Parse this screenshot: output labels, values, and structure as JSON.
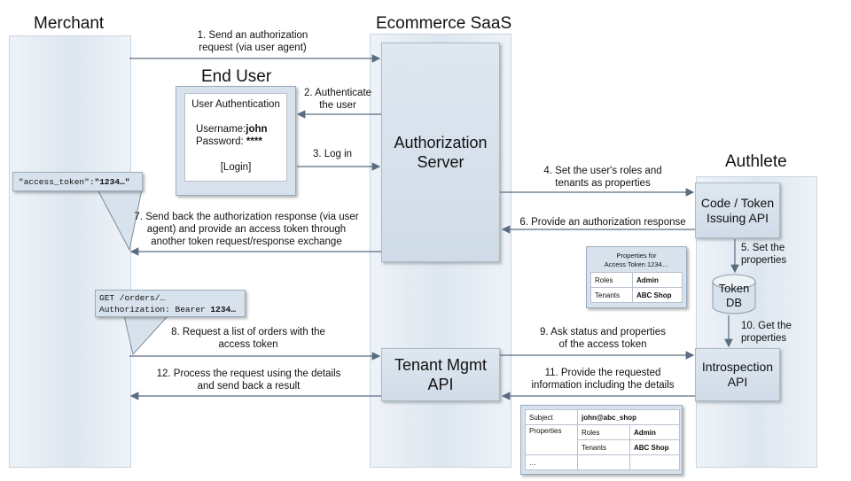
{
  "columns": {
    "merchant": "Merchant",
    "saas": "Ecommerce SaaS",
    "enduser": "End User",
    "authlete": "Authlete"
  },
  "login_card": {
    "heading": "User Authentication",
    "username_label": "Username:",
    "username_value": "john",
    "password_label": "Password:",
    "password_value": "****",
    "button": "[Login]"
  },
  "boxes": {
    "auth_server": [
      "Authorization",
      "Server"
    ],
    "tenant_api": [
      "Tenant Mgmt",
      "API"
    ],
    "code_token": [
      "Code / Token",
      "Issuing API"
    ],
    "token_db": [
      "Token",
      "DB"
    ],
    "introspection": [
      "Introspection",
      "API"
    ]
  },
  "steps": {
    "s1": [
      "1. Send an authorization",
      "request (via user agent)"
    ],
    "s2": [
      "2. Authenticate",
      "the user"
    ],
    "s3": [
      "3. Log in"
    ],
    "s4": [
      "4. Set the user's roles and",
      "tenants as properties"
    ],
    "s5": [
      "5. Set the",
      "properties"
    ],
    "s6": [
      "6. Provide an authorization response"
    ],
    "s7": [
      "7. Send back the authorization response (via user",
      "agent) and provide an access token through",
      "another token request/response exchange"
    ],
    "s8": [
      "8. Request a list of orders with the",
      "access token"
    ],
    "s9": [
      "9. Ask status and properties",
      "of the access token"
    ],
    "s10": [
      "10. Get the",
      "properties"
    ],
    "s11": [
      "11. Provide the requested",
      "information including the details"
    ],
    "s12": [
      "12. Process the request using the details",
      "and send back a result"
    ]
  },
  "callouts": {
    "access_token": {
      "key": "\"access_token\":",
      "value": "\"1234…\""
    },
    "request": {
      "line1": "GET /orders/…",
      "line2_prefix": "Authorization: Bearer ",
      "line2_value": "1234…"
    }
  },
  "props_table": {
    "caption": [
      "Properties  for",
      "Access Token  1234…"
    ],
    "rows": [
      {
        "key": "Roles",
        "value": "Admin"
      },
      {
        "key": "Tenants",
        "value": "ABC Shop"
      }
    ]
  },
  "details_table": {
    "subject_label": "Subject",
    "subject_value": "john@abc_shop",
    "properties_label": "Properties",
    "rows": [
      {
        "key": "Roles",
        "value": "Admin"
      },
      {
        "key": "Tenants",
        "value": "ABC Shop"
      }
    ],
    "ellipsis": "…"
  },
  "colors": {
    "arrow": "#5a6c80",
    "column": "#e6edf4",
    "box": "#d5e0ea"
  }
}
